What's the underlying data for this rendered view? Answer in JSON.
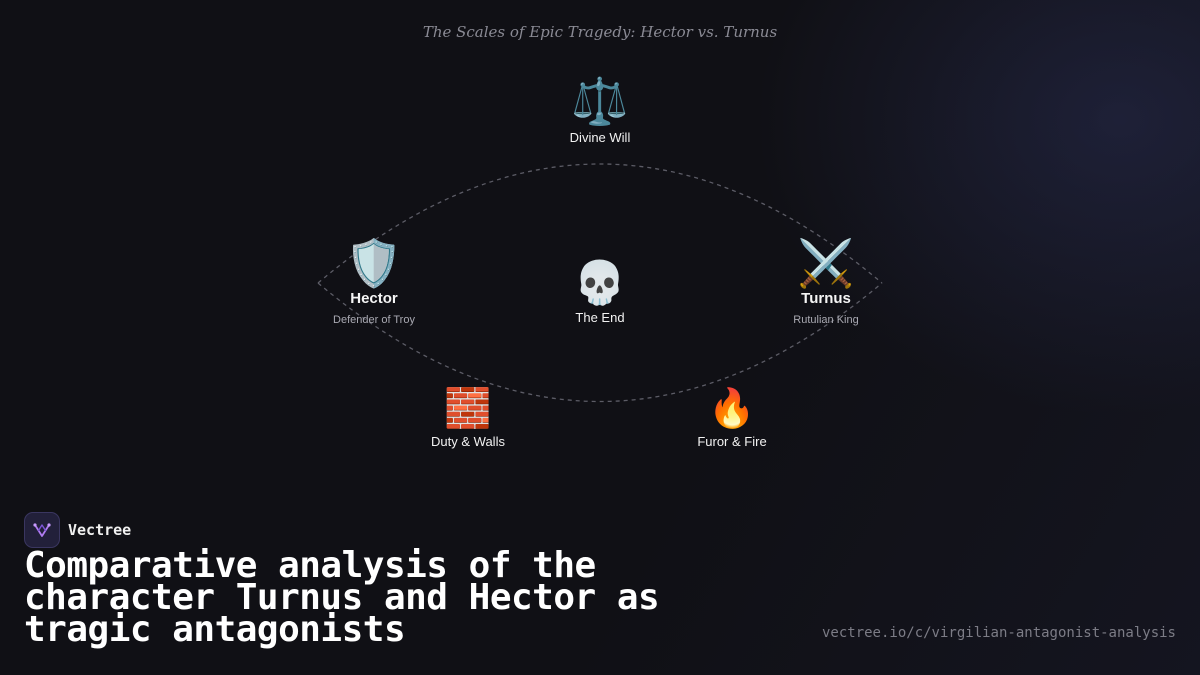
{
  "diagram": {
    "title": "The Scales of Epic Tragedy: Hector vs. Turnus",
    "top": {
      "icon": "⚖️",
      "icon_name": "balance-scale-icon",
      "label": "Divine Will"
    },
    "left": {
      "icon": "🛡️",
      "icon_name": "shield-icon",
      "name": "Hector",
      "subtitle": "Defender of Troy"
    },
    "center": {
      "icon": "💀",
      "icon_name": "skull-icon",
      "label": "The End"
    },
    "right": {
      "icon": "⚔️",
      "icon_name": "crossed-swords-icon",
      "name": "Turnus",
      "subtitle": "Rutulian King"
    },
    "bottom_left": {
      "icon": "🧱",
      "icon_name": "brick-wall-icon",
      "label": "Duty & Walls"
    },
    "bottom_right": {
      "icon": "🔥",
      "icon_name": "fire-icon",
      "label": "Furor & Fire"
    }
  },
  "brand": {
    "name": "Vectree",
    "logo_icon": "vectree-logo-icon",
    "accent": "#9b5de5"
  },
  "headline": "Comparative analysis of the character Turnus and Hector as tragic antagonists",
  "url": "vectree.io/c/virgilian-antagonist-analysis"
}
